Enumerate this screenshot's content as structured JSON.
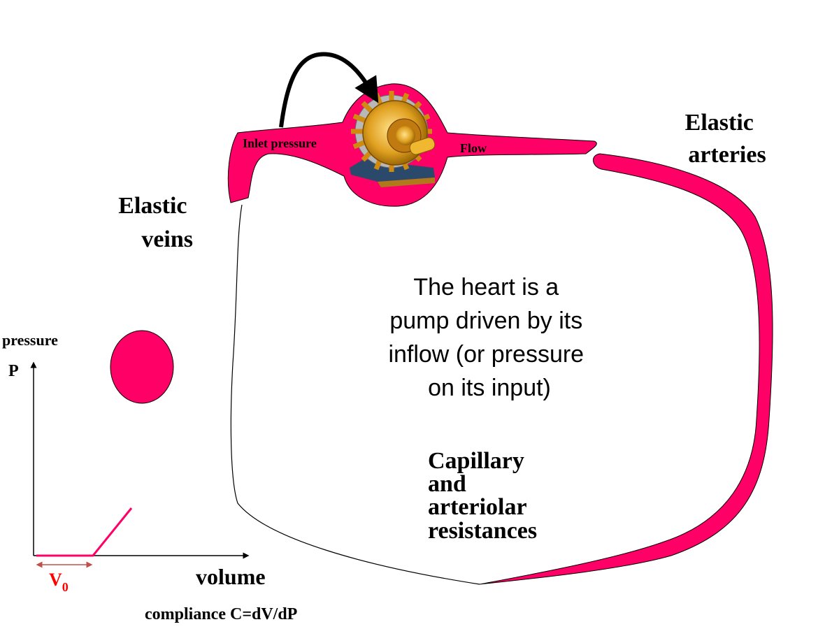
{
  "labels": {
    "elastic_arteries": [
      "Elastic",
      "arteries"
    ],
    "elastic_veins": [
      "Elastic",
      "veins"
    ],
    "inlet_pressure": "Inlet pressure",
    "flow": "Flow",
    "heart_description": [
      "The heart is a",
      "pump driven by its",
      "inflow (or pressure",
      "on its input)"
    ],
    "resistances": [
      "Capillary",
      "and",
      "arteriolar",
      "resistances"
    ]
  },
  "compliance_graph": {
    "y_axis_label": "pressure",
    "y_axis_symbol": "P",
    "x_axis_label": "volume",
    "v0_label": "V",
    "v0_subscript": "0",
    "caption": "compliance C=dV/dP"
  },
  "colors": {
    "vessel": "#ff0066",
    "graph_line": "#ff0066",
    "v0_marker": "#c0504d",
    "v0_text": "#ff0000",
    "outline": "#000000",
    "motor_gold": "#e0a020",
    "motor_gray": "#a0a0a0",
    "motor_base": "#2b4a6b"
  },
  "icons": {
    "pump": "motor-pump-icon",
    "feedback_arrow": "curved-arrow-icon"
  }
}
